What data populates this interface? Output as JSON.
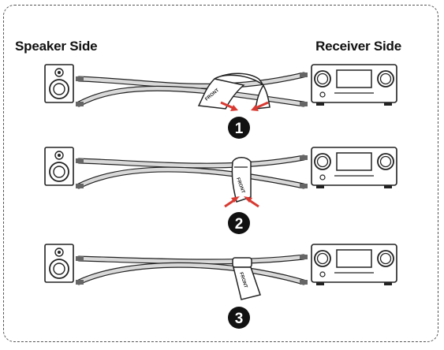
{
  "labels": {
    "speaker_side": "Speaker Side",
    "receiver_side": "Receiver Side"
  },
  "steps": [
    {
      "number": "1",
      "tag_text": "FRONT"
    },
    {
      "number": "2",
      "tag_text": "FRONT"
    },
    {
      "number": "3",
      "tag_text": "FRONT"
    }
  ],
  "colors": {
    "arrow": "#d83a32",
    "outline": "#222222",
    "cable": "#d9d9d9"
  }
}
